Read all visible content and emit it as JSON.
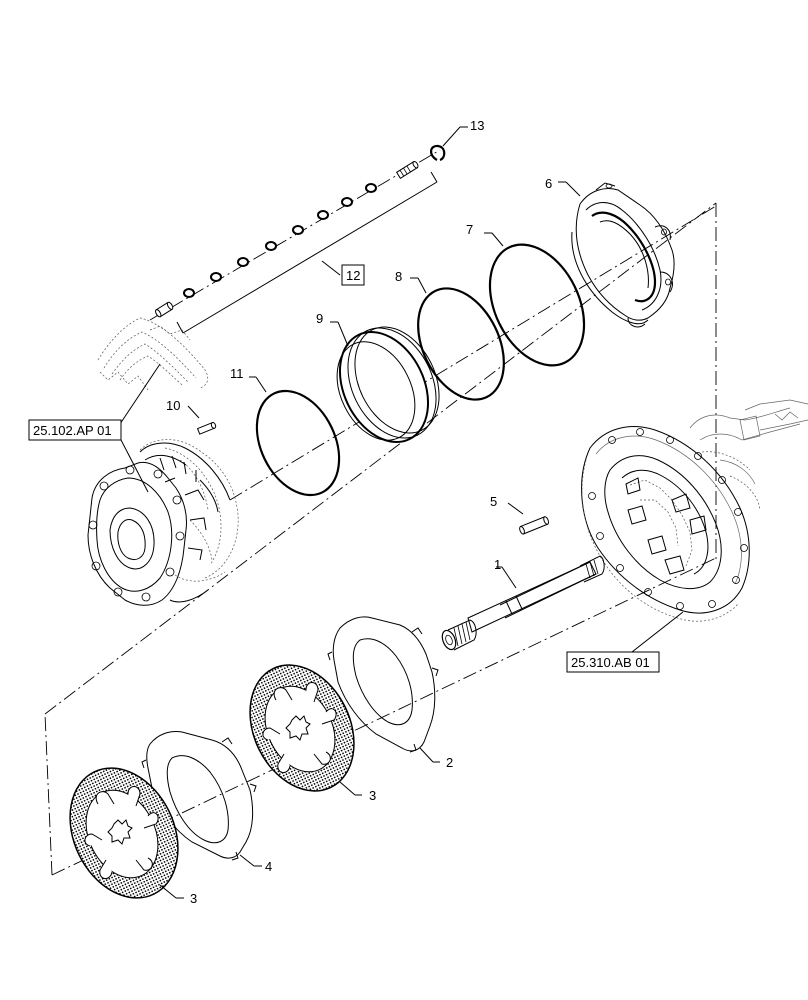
{
  "diagram": {
    "callouts": {
      "c1": "1",
      "c2": "2",
      "c3a": "3",
      "c3b": "3",
      "c4": "4",
      "c5": "5",
      "c6": "6",
      "c7": "7",
      "c8": "8",
      "c9": "9",
      "c10": "10",
      "c11": "11",
      "c12": "12",
      "c13": "13"
    },
    "references": {
      "hub_ref": "25.102.AP 01",
      "housing_ref": "25.310.AB 01"
    }
  }
}
